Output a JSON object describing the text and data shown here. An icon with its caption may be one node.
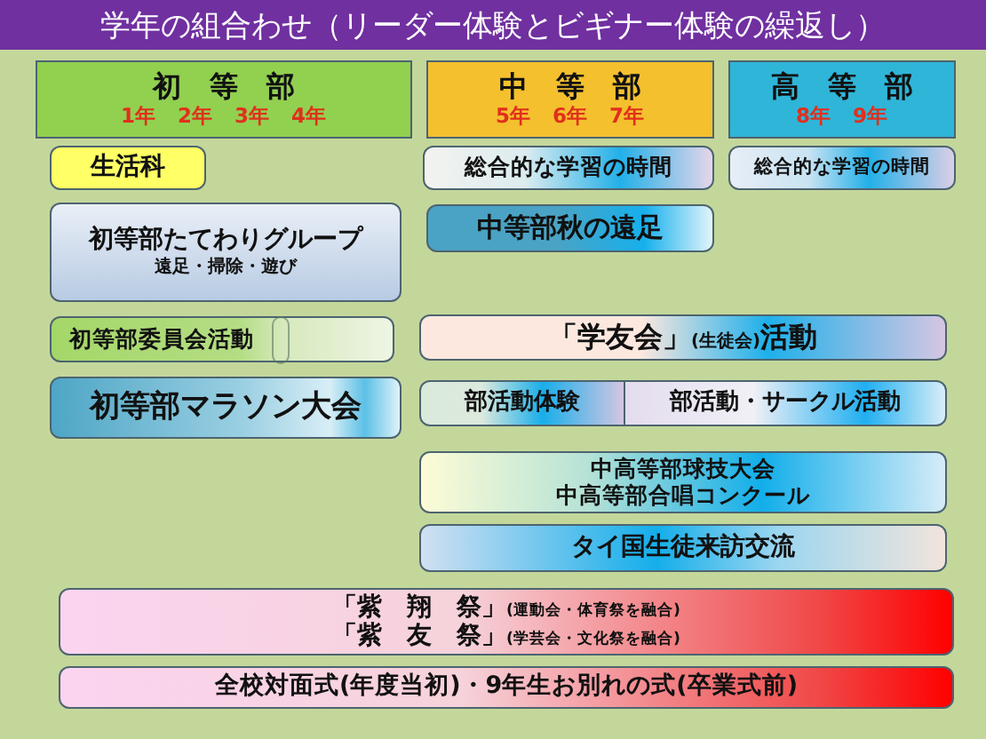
{
  "diagram": {
    "title": "学年の組合わせ（リーダー体験とビギナー体験の繰返し）",
    "nodes": [
      {
        "text": [
          "初　等　部",
          "1年　2年　3年　4年"
        ]
      },
      {
        "text": [
          "中　等　部",
          "5年　6年　7年"
        ]
      },
      {
        "text": [
          "高　等　部",
          "8年　9年"
        ]
      },
      {
        "text": [
          "生活科"
        ]
      },
      {
        "text": [
          "総合的な学習の時間"
        ]
      },
      {
        "text": [
          "総合的な学習の時間"
        ]
      },
      {
        "text": [
          "初等部たてわりグループ",
          "遠足・掃除・遊び"
        ]
      },
      {
        "text": [
          "中等部秋の遠足"
        ]
      },
      {
        "text": [
          "初等部委員会活動"
        ]
      },
      {
        "text": [
          "「学友会」(生徒会)活動"
        ]
      },
      {
        "text": [
          "初等部マラソン大会"
        ]
      },
      {
        "text": [
          "部活動体験"
        ]
      },
      {
        "text": [
          "部活動・サークル活動"
        ]
      },
      {
        "text": [
          "中高等部球技大会",
          "中高等部合唱コンクール"
        ]
      },
      {
        "text": [
          "タイ国生徒来訪交流"
        ]
      },
      {
        "text": [
          "「紫　翔　祭」(運動会・体育祭を融合)",
          "「紫　友　祭」(学芸会・文化祭を融合)"
        ]
      },
      {
        "text": [
          "全校対面式(年度当初)・9年生お別れの式(卒業式前)"
        ]
      }
    ]
  }
}
